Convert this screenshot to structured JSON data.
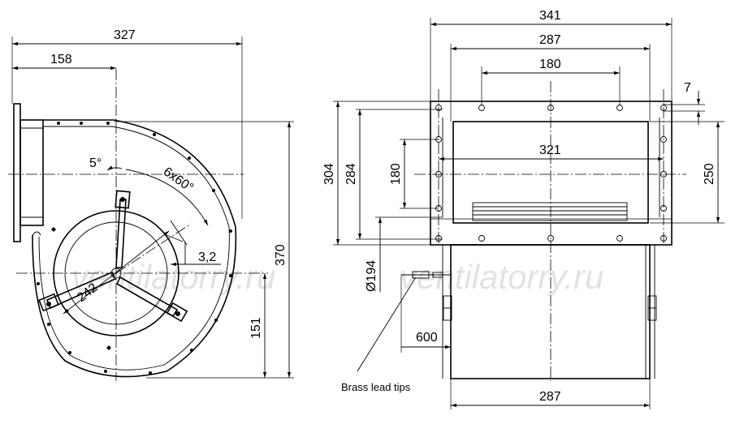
{
  "watermark": "ventilatorry.ru",
  "left_view": {
    "dim_width_overall": "327",
    "dim_width_to_axis": "158",
    "dim_height_overall": "370",
    "dim_height_axis": "151",
    "dim_diameter_242": "242",
    "dim_angle_5": "5°",
    "dim_angle_6x60": "6x60°",
    "dim_hole_3_2": "3,2"
  },
  "right_view": {
    "dim_width_341": "341",
    "dim_width_287_top": "287",
    "dim_width_180_top": "180",
    "dim_inner_321": "321",
    "dim_hole_7": "7",
    "dim_height_304": "304",
    "dim_height_284": "284",
    "dim_height_180": "180",
    "dim_height_250": "250",
    "dim_diameter_194": "Ø194",
    "dim_lead_600": "600",
    "dim_width_287_bottom": "287",
    "label_brass": "Brass lead tips"
  }
}
